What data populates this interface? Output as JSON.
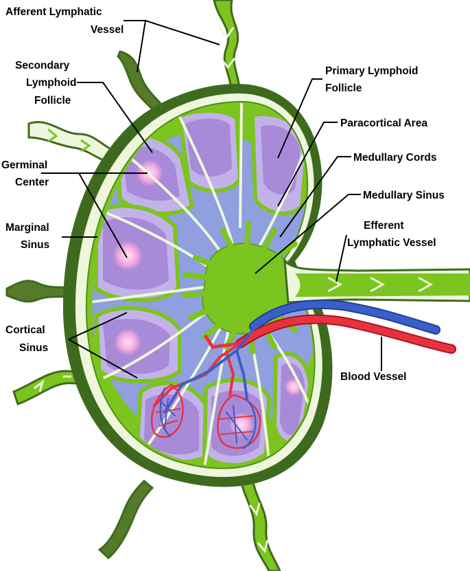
{
  "labels": {
    "afferent_line1": "Afferent Lymphatic",
    "afferent_line2": "Vessel",
    "secondary_line1": "Secondary",
    "secondary_line2": "Lymphoid",
    "secondary_line3": "Follicle",
    "germinal_line1": "Germinal",
    "germinal_line2": "Center",
    "marginal_line1": "Marginal",
    "marginal_line2": "Sinus",
    "cortical_line1": "Cortical",
    "cortical_line2": "Sinus",
    "primary_line1": "Primary Lymphoid",
    "primary_line2": "Follicle",
    "paracortical": "Paracortical Area",
    "medullary_cords": "Medullary Cords",
    "medullary_sinus": "Medullary Sinus",
    "efferent_line1": "Efferent",
    "efferent_line2": "Lymphatic Vessel",
    "blood_vessel": "Blood Vessel"
  },
  "colors": {
    "capsule": "#3e6a1e",
    "sinus": "#eef7dc",
    "tissue_green": "#7cc41f",
    "follicle_outer": "#c3b2ea",
    "follicle_inner": "#a78ad8",
    "paracortex": "#8f9fe0",
    "germinal": "#f0a8dc",
    "artery": "#e8323f",
    "vein": "#3b5fc8"
  }
}
